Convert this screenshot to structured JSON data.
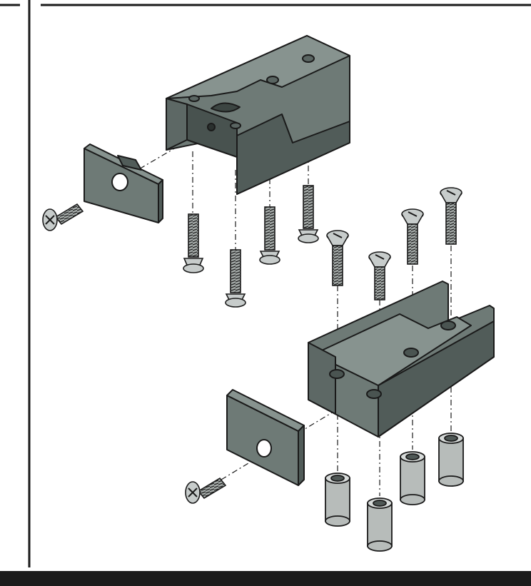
{
  "colors": {
    "part_gray": "#6e7a76",
    "part_gray_light": "#87938f",
    "part_gray_dark": "#515c59",
    "screw_gray": "#9aa09e",
    "insert_gray": "#b7bcba",
    "line": "#1a1a1a",
    "footer": "#1c1c1c"
  },
  "icons": {
    "phillips_screw": "phillips-screw-icon",
    "slotted_screw": "slotted-screw-icon",
    "threaded_insert": "threaded-insert-icon"
  },
  "diagram": {
    "type": "exploded assembly illustration",
    "parts": {
      "upper_bracket": 1,
      "upper_end_cap": 1,
      "upper_side_screw": 1,
      "lower_bracket_screws": 4,
      "upper_slotted_screws": 4,
      "lower_bracket": 1,
      "lower_end_cap": 1,
      "lower_side_screw": 1,
      "threaded_inserts": 4
    }
  }
}
